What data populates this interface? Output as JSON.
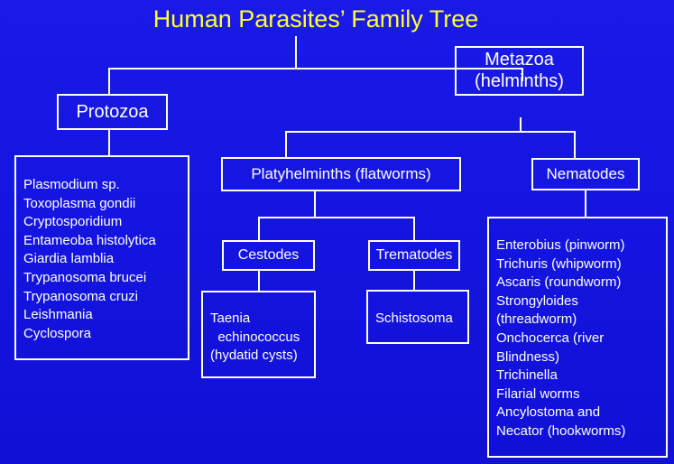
{
  "title": "Human Parasites’ Family Tree",
  "nodes": {
    "protozoa": "Protozoa",
    "metazoa_line1": "Metazoa",
    "metazoa_line2": "(helminths)",
    "platyhelminths": "Platyhelminths (flatworms)",
    "nematodes": "Nematodes",
    "cestodes": "Cestodes",
    "trematodes": "Trematodes"
  },
  "lists": {
    "protozoa": [
      "Plasmodium sp.",
      "Toxoplasma gondii",
      "Cryptosporidium",
      "Entameoba histolytica",
      "Giardia lamblia",
      "Trypanosoma brucei",
      "Trypanosoma cruzi",
      "Leishmania",
      "Cyclospora"
    ],
    "cestodes": [
      "Taenia",
      "  echinococcus",
      "(hydatid cysts)"
    ],
    "trematodes": [
      "Schistosoma"
    ],
    "nematodes": [
      "Enterobius (pinworm)",
      "Trichuris (whipworm)",
      "Ascaris (roundworm)",
      "Strongyloides",
      "(threadworm)",
      "Onchocerca (river",
      "Blindness)",
      "Trichinella",
      "Filarial worms",
      "Ancylostoma and",
      "Necator (hookworms)"
    ]
  },
  "colors": {
    "background": "#1414e0",
    "title": "#ffff33",
    "lines": "#ffffff"
  }
}
